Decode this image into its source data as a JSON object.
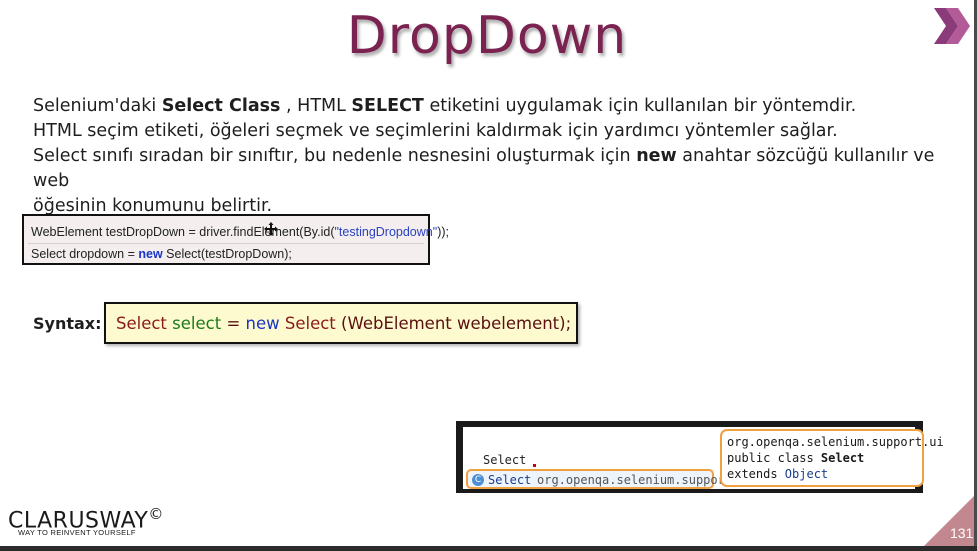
{
  "slide": {
    "title": "DropDown",
    "paragraph": {
      "l1a": "Selenium'daki ",
      "l1b": "Select Class",
      "l1c": " , HTML ",
      "l1d": "SELECT",
      "l1e": " etiketini uygulamak için kullanılan bir yöntemdir.",
      "l2": "HTML seçim etiketi, öğeleri seçmek ve seçimlerini kaldırmak için yardımcı yöntemler sağlar.",
      "l3a": "Select sınıfı sıradan bir sınıftır, bu nedenle nesnesini oluşturmak için ",
      "l3b": "new",
      "l3c": " anahtar sözcüğü kullanılır ve web",
      "l4": "öğesinin konumunu belirtir."
    },
    "code_snippet": {
      "line1_a": "WebElement testDropDown = driver.findElement(By.id(",
      "line1_str": "\"testingDropdown\"",
      "line1_b": "));",
      "line2_a": "Select dropdown = ",
      "line2_kw": "new",
      "line2_b": " Select(testDropDown);"
    },
    "syntax": {
      "label": "Syntax:",
      "t1": "Select",
      "t2": "select",
      "t3": "=",
      "t4": "new",
      "t5": "Select",
      "t6": "(WebElement webelement);"
    },
    "ide": {
      "typed": "Select",
      "suggestion_icon": "C",
      "suggestion_class": "Select",
      "suggestion_package": "org.openqa.selenium.support.ui",
      "doc_line1": "org.openqa.selenium.support.ui",
      "doc_line2_a": "public class ",
      "doc_line2_b": "Select",
      "doc_line3_a": "extends ",
      "doc_line3_b": "Object"
    },
    "logo": {
      "name": "CLARUSWAY",
      "mark": "©",
      "tagline": "WAY TO REINVENT YOURSELF"
    },
    "page_number": "131",
    "colors": {
      "title": "#7a2250",
      "chevron": "#8b3a7a",
      "syntax_bg": "#fefad0",
      "page_badge": "#c2878f",
      "highlight": "#f0a040"
    },
    "icons": [
      "double-chevron-right-icon",
      "class-c-icon",
      "move-cursor-icon"
    ]
  }
}
